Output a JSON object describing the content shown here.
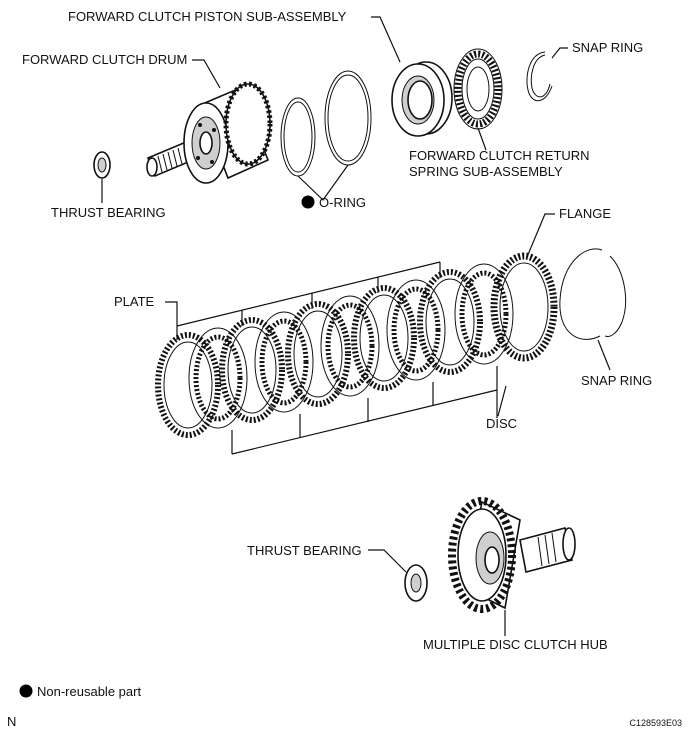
{
  "labels": {
    "forward_clutch_piston": "FORWARD CLUTCH PISTON SUB-ASSEMBLY",
    "forward_clutch_drum": "FORWARD CLUTCH DRUM",
    "snap_ring_top": "SNAP RING",
    "return_spring_line1": "FORWARD CLUTCH RETURN",
    "return_spring_line2": "SPRING SUB-ASSEMBLY",
    "thrust_bearing_top": "THRUST BEARING",
    "o_ring": "O-RING",
    "flange": "FLANGE",
    "plate": "PLATE",
    "snap_ring_mid": "SNAP RING",
    "disc": "DISC",
    "thrust_bearing_bottom": "THRUST BEARING",
    "multiple_disc_clutch_hub": "MULTIPLE DISC CLUTCH HUB"
  },
  "legend": {
    "text": "Non-reusable part",
    "symbol_color": "#000000"
  },
  "footer": {
    "left_mark": "N",
    "code": "C128593E03"
  }
}
